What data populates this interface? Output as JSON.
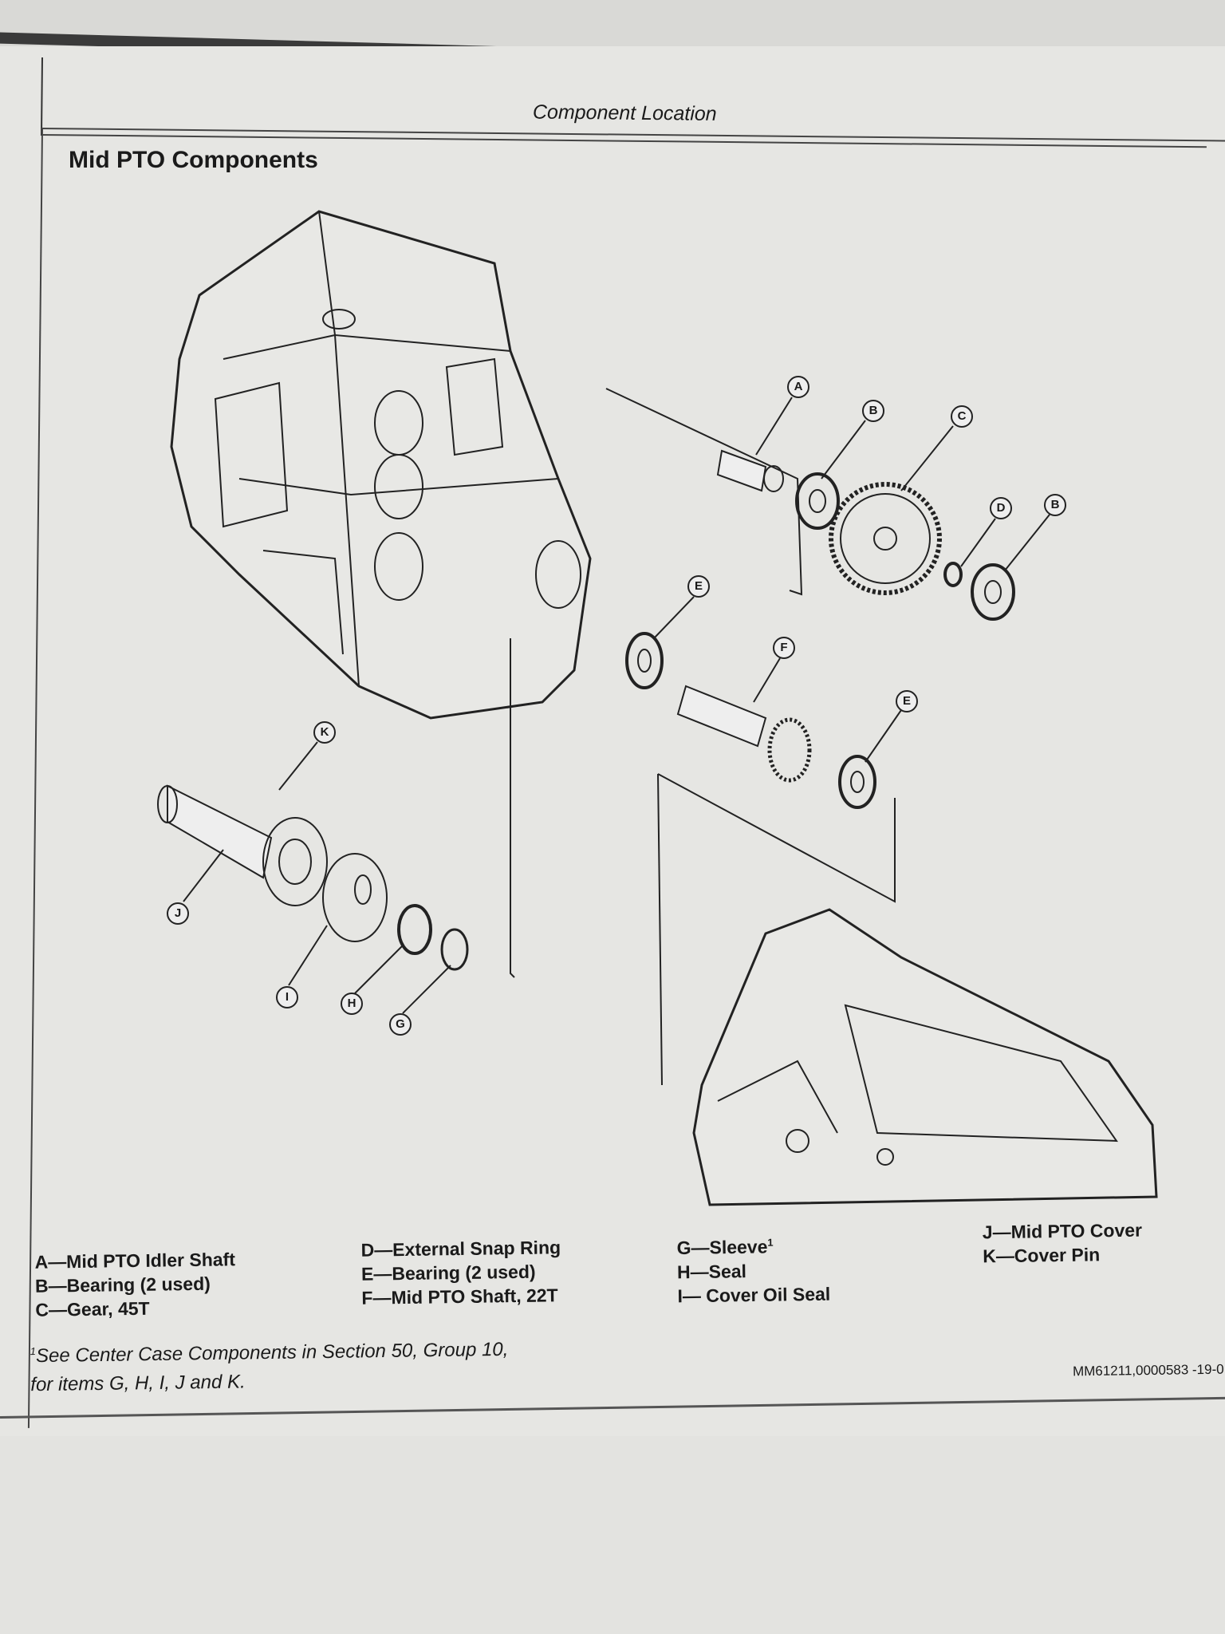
{
  "header": {
    "title": "Component Location"
  },
  "section": {
    "title": "Mid PTO Components"
  },
  "callouts": [
    "A",
    "B",
    "C",
    "D",
    "B",
    "E",
    "F",
    "E",
    "K",
    "J",
    "I",
    "H",
    "G"
  ],
  "legend": {
    "col1": [
      "A—Mid PTO Idler Shaft",
      "B—Bearing (2 used)",
      "C—Gear, 45T"
    ],
    "col2": [
      "D—External Snap Ring",
      "E—Bearing (2 used)",
      "F—Mid PTO Shaft, 22T"
    ],
    "col3": [
      "G—Sleeve",
      "H—Seal",
      "I— Cover Oil Seal"
    ],
    "col3_sup": "1",
    "col4": [
      "J—Mid PTO Cover",
      "K—Cover Pin"
    ]
  },
  "footnote": {
    "mark": "1",
    "line1": "See Center Case Components in Section 50, Group 10,",
    "line2": "for items G, H, I, J and K."
  },
  "doc_code": "MM61211,0000583 -19-0"
}
